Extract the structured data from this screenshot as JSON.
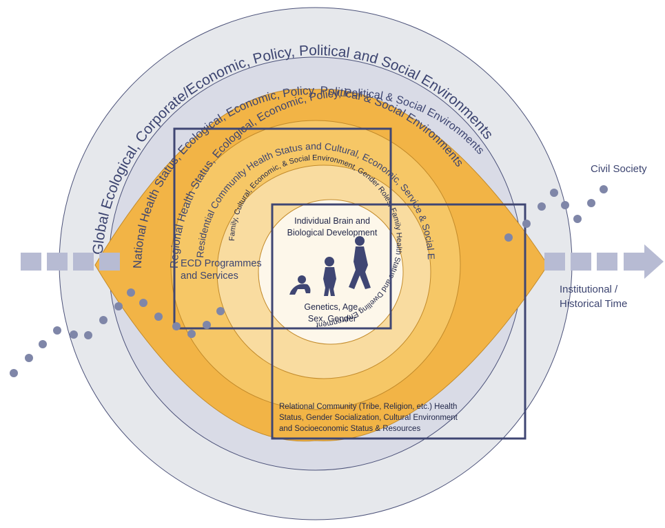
{
  "colors": {
    "outer_ring": "#e6e8ec",
    "national_ring": "#d9dbe6",
    "regional_lens": "#f2b446",
    "residential_ring": "#f6c766",
    "family_ring": "#f9dca0",
    "center": "#fdf7ea",
    "box_stroke": "#3f4673",
    "text": "#3c4470",
    "dots": "#7f86a8",
    "time_arrow": "#b7bbd3"
  },
  "rings": {
    "global": "Global Ecological, Corporate/Economic, Policy, Political and Social Environments",
    "national": "National Health Status, Ecological, Economic, Policy, Political & Social Environments",
    "regional": "Regional Health Status, Ecological, Economic, Policy, Political & Social Environments",
    "residential": "Residential Community Health Status and Cultural, Economic, Service & Social Environments",
    "family_top": "Family, Cultural, Economic, & Social Environment, Gender Roles, Family Health Status and Dwelling Environment"
  },
  "center": {
    "title_line1": "Individual Brain and",
    "title_line2": "Biological Development",
    "sub_line1": "Genetics, Age,",
    "sub_line2": "Sex, Gender",
    "figures_icon": "child-development-figures-icon"
  },
  "labels": {
    "ecd_line1": "ECD Programmes",
    "ecd_line2": "and Services",
    "relational_line1": "Relational Community (Tribe, Religion, etc.) Health",
    "relational_line2": "Status, Gender Socialization, Cultural Environment",
    "relational_line3": "and Socioeconomic Status & Resources",
    "civil_society": "Civil Society",
    "institutional_line1": "Institutional /",
    "institutional_line2": "Historical Time"
  }
}
